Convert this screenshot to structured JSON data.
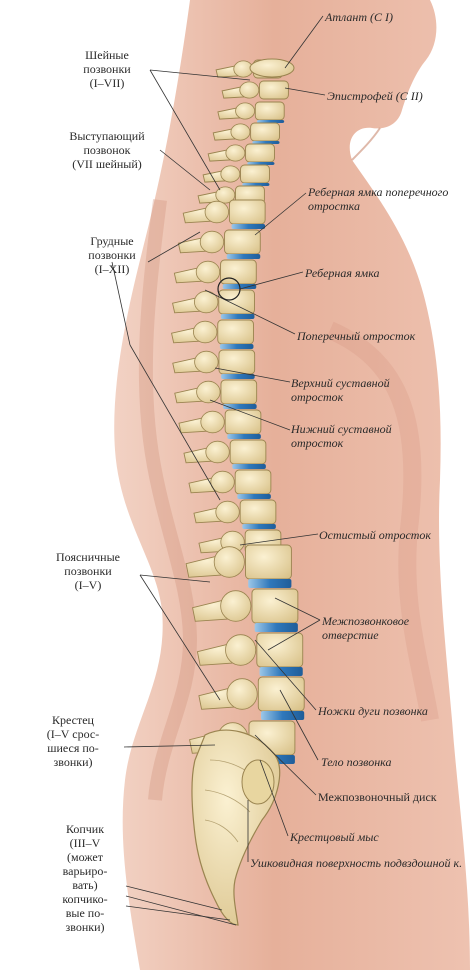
{
  "labels": {
    "atlant": "Атлант (C I)",
    "epistrophe": "Эпистрофей (C II)",
    "cervical": "Шейные\nпозвонки\n(I–VII)",
    "prominens": "Выступающий\nпозвонок\n(VII шейный)",
    "thoracic": "Грудные\nпозвонки\n(I–XII)",
    "costal_fovea_transverse": "Реберная ямка поперечного\nотростка",
    "costal_fovea": "Реберная ямка",
    "transverse_process": "Поперечный отросток",
    "superior_articular": "Верхний суставной\nотросток",
    "inferior_articular": "Нижний суставной\nотросток",
    "spinous_process": "Остистый отросток",
    "lumbar": "Поясничные\nпозвонки\n(I–V)",
    "intervertebral_foramen": "Межпозвонковое\nотверстие",
    "pedicles": "Ножки дуги позвонка",
    "body": "Тело позвонка",
    "sacrum": "Крестец\n(I–V срос-\nшиеся по-\nзвонки)",
    "disc": "Межпозвоночный диск",
    "promontory": "Крестцовый мыс",
    "auricular_surface": "Ушковидная поверхность подвздошной к.",
    "coccyx": "Копчик\n(III–V\n(может\nварьиро-\nвать)\nкопчико-\nвые по-\nзвонки)"
  },
  "colors": {
    "skin": "#e9b7a3",
    "skin_shadow": "#d99a83",
    "bone": "#efe1b6",
    "bone_outline": "#9a8450",
    "disc": "#3e86c4",
    "leader": "#333333",
    "text": "#2a2a2a"
  }
}
